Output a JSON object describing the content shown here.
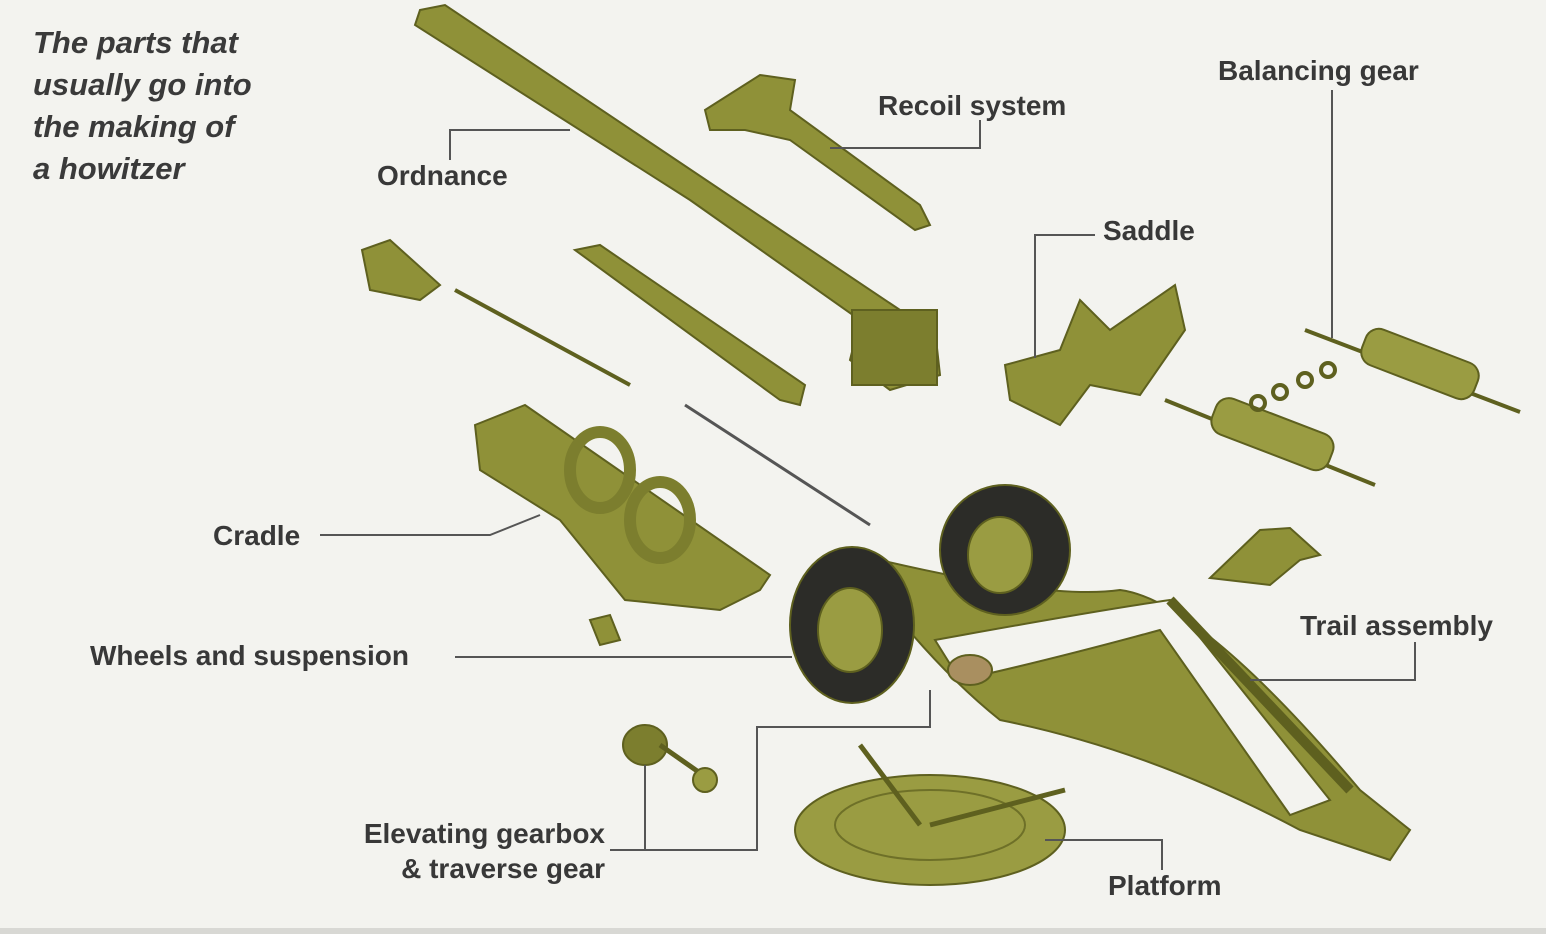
{
  "title_lines": [
    "The parts that",
    "usually go into",
    "the making of",
    "a howitzer"
  ],
  "labels": {
    "ordnance": "Ordnance",
    "recoil_system": "Recoil system",
    "balancing_gear": "Balancing gear",
    "saddle": "Saddle",
    "cradle": "Cradle",
    "wheels": "Wheels and suspension",
    "elevating_line1": "Elevating gearbox",
    "elevating_line2": "& traverse gear",
    "trail_assembly": "Trail assembly",
    "platform": "Platform"
  },
  "colors": {
    "part": "#8f9138",
    "part_light": "#b4b65a",
    "part_dark": "#5e601f",
    "tyre": "#2c2c28",
    "leader": "#555555"
  }
}
